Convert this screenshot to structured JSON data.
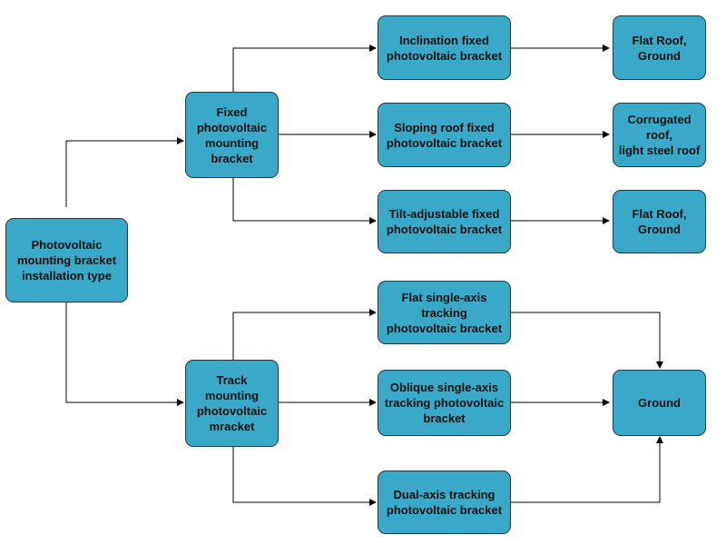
{
  "colors": {
    "box_fill": "#3aa8c7",
    "box_border": "#1f3a44",
    "line": "#000000"
  },
  "nodes": {
    "root": "Photovoltaic\nmounting bracket\ninstallation type",
    "fixed": "Fixed\nphotovoltaic\nmounting\nbracket",
    "track": "Track mounting\nphotovoltaic\nmracket",
    "inclination": "Inclination fixed\nphotovoltaic bracket",
    "sloping": "Sloping roof fixed\nphotovoltaic bracket",
    "tilt": "Tilt-adjustable fixed\nphotovoltaic bracket",
    "flat_single": "Flat single-axis tracking\nphotovoltaic bracket",
    "oblique_single": "Oblique single-axis\ntracking photovoltaic\nbracket",
    "dual": "Dual-axis tracking\nphotovoltaic bracket",
    "flat_roof_1": "Flat Roof,\nGround",
    "corrugated": "Corrugated roof,\nlight steel roof",
    "flat_roof_2": "Flat Roof,\nGround",
    "ground": "Ground"
  }
}
